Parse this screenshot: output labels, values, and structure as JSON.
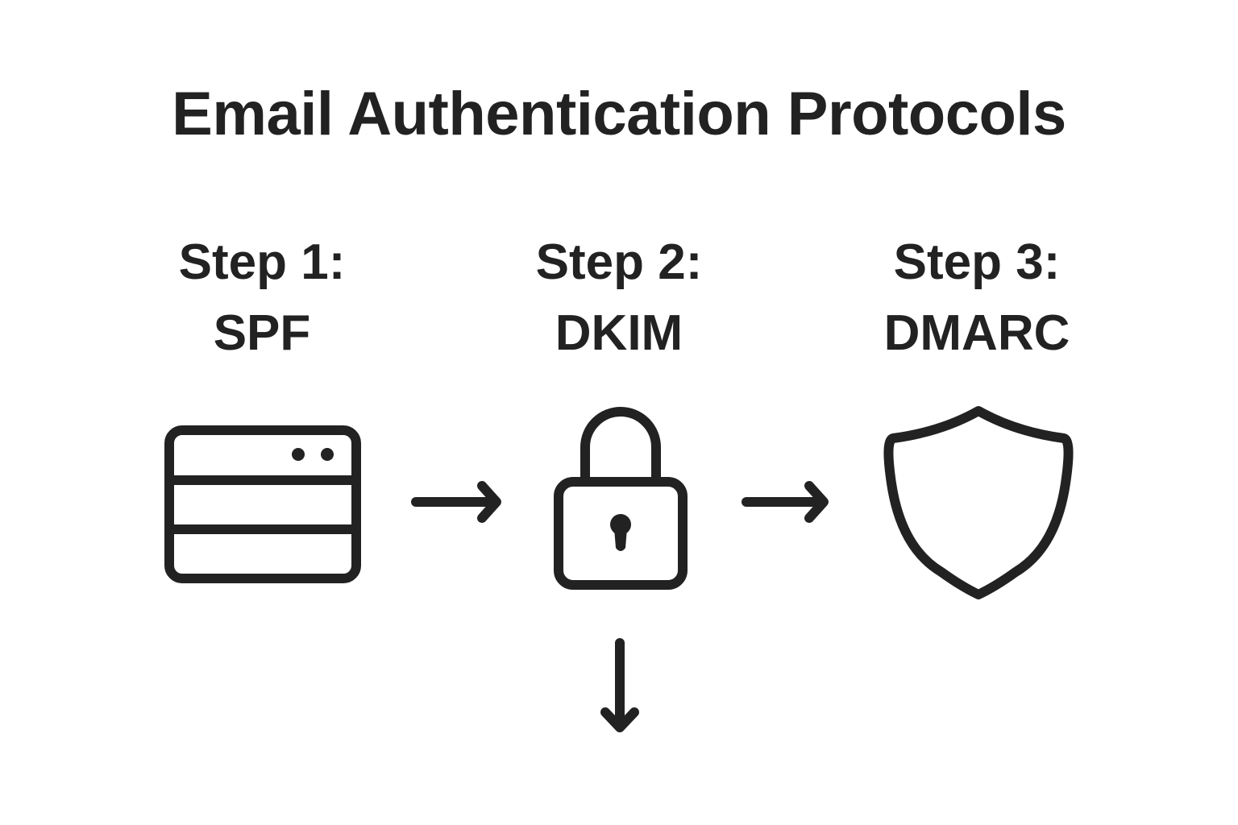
{
  "title": "Email Authentication Protocols",
  "steps": [
    {
      "label": "Step 1:",
      "name": "SPF",
      "icon": "server-icon"
    },
    {
      "label": "Step 2:",
      "name": "DKIM",
      "icon": "lock-icon"
    },
    {
      "label": "Step 3:",
      "name": "DMARC",
      "icon": "shield-icon"
    }
  ]
}
